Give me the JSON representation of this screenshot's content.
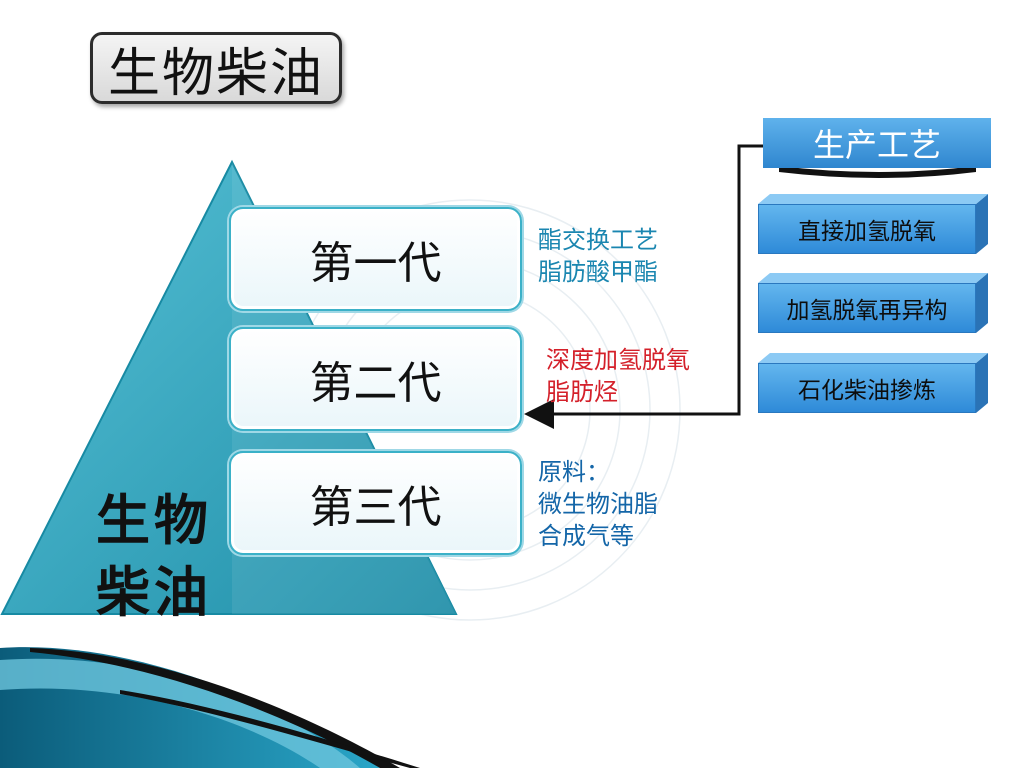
{
  "title": "生物柴油",
  "pyramid": {
    "label_line1": "生物",
    "label_line2": "柴油",
    "generations": [
      {
        "label": "第一代",
        "note_lines": [
          "酯交换工艺",
          "脂肪酸甲酯"
        ],
        "note_color": "#1a86b0"
      },
      {
        "label": "第二代",
        "note_lines": [
          "深度加氢脱氧",
          "脂肪烃"
        ],
        "note_color": "#d4202a"
      },
      {
        "label": "第三代",
        "note_lines": [
          "原料：",
          "微生物油脂",
          "合成气等"
        ],
        "note_color": "#1466a8"
      }
    ]
  },
  "process": {
    "header": "生产工艺",
    "items": [
      "直接加氢脱氧",
      "加氢脱氧再异构",
      "石化柴油掺炼"
    ]
  },
  "colors": {
    "pyramid_fill": "#2aa7c2",
    "box_border": "#3bb1c8",
    "process_blue": "#3d95de",
    "arrow": "#111111"
  }
}
